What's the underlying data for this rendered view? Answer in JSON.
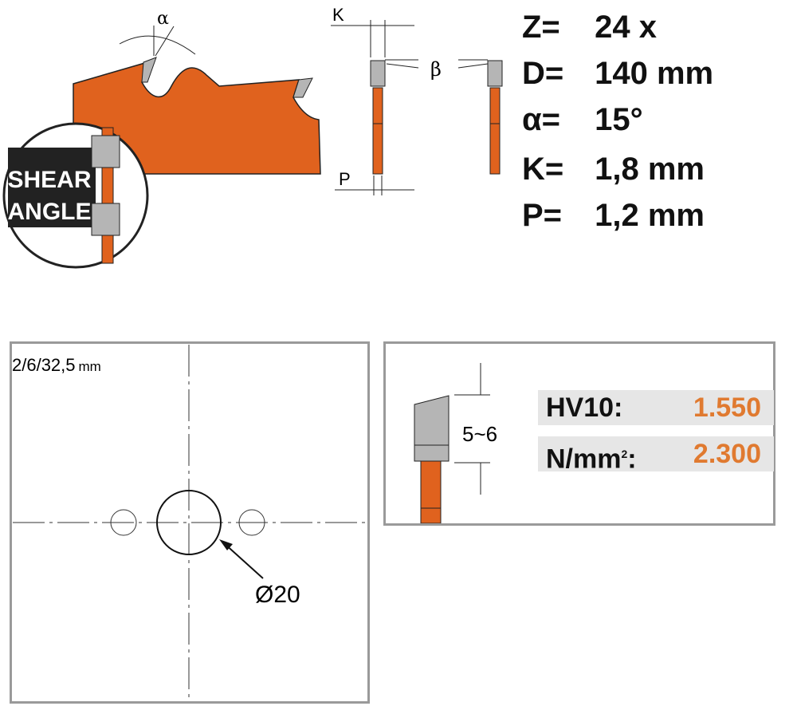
{
  "diagram": {
    "labels": {
      "alpha": "α",
      "beta": "β",
      "k": "K",
      "p": "P"
    },
    "badge": {
      "line1": "SHEAR",
      "line2": "ANGLE"
    },
    "specs": [
      {
        "label": "Z=",
        "value": "24 x"
      },
      {
        "label": "D=",
        "value": "140 mm"
      },
      {
        "label": "α=",
        "value": "15°"
      },
      {
        "label": "K=",
        "value": "1,8 mm"
      },
      {
        "label": "P=",
        "value": "1,2 mm"
      }
    ],
    "bore": {
      "spec": "2/6/32,5",
      "unit": "mm",
      "diameter": "Ø20"
    },
    "tip": {
      "height": "5~6"
    },
    "hardness": [
      {
        "label": "HV10:",
        "value": "1.550"
      },
      {
        "label": "N/mm",
        "sup": "2",
        "suffix": ":",
        "value": "2.300"
      }
    ],
    "colors": {
      "blade": "#e0621e",
      "tooth": "#b5b5b5",
      "value": "#e07a30",
      "border": "#9a9a9a"
    }
  }
}
